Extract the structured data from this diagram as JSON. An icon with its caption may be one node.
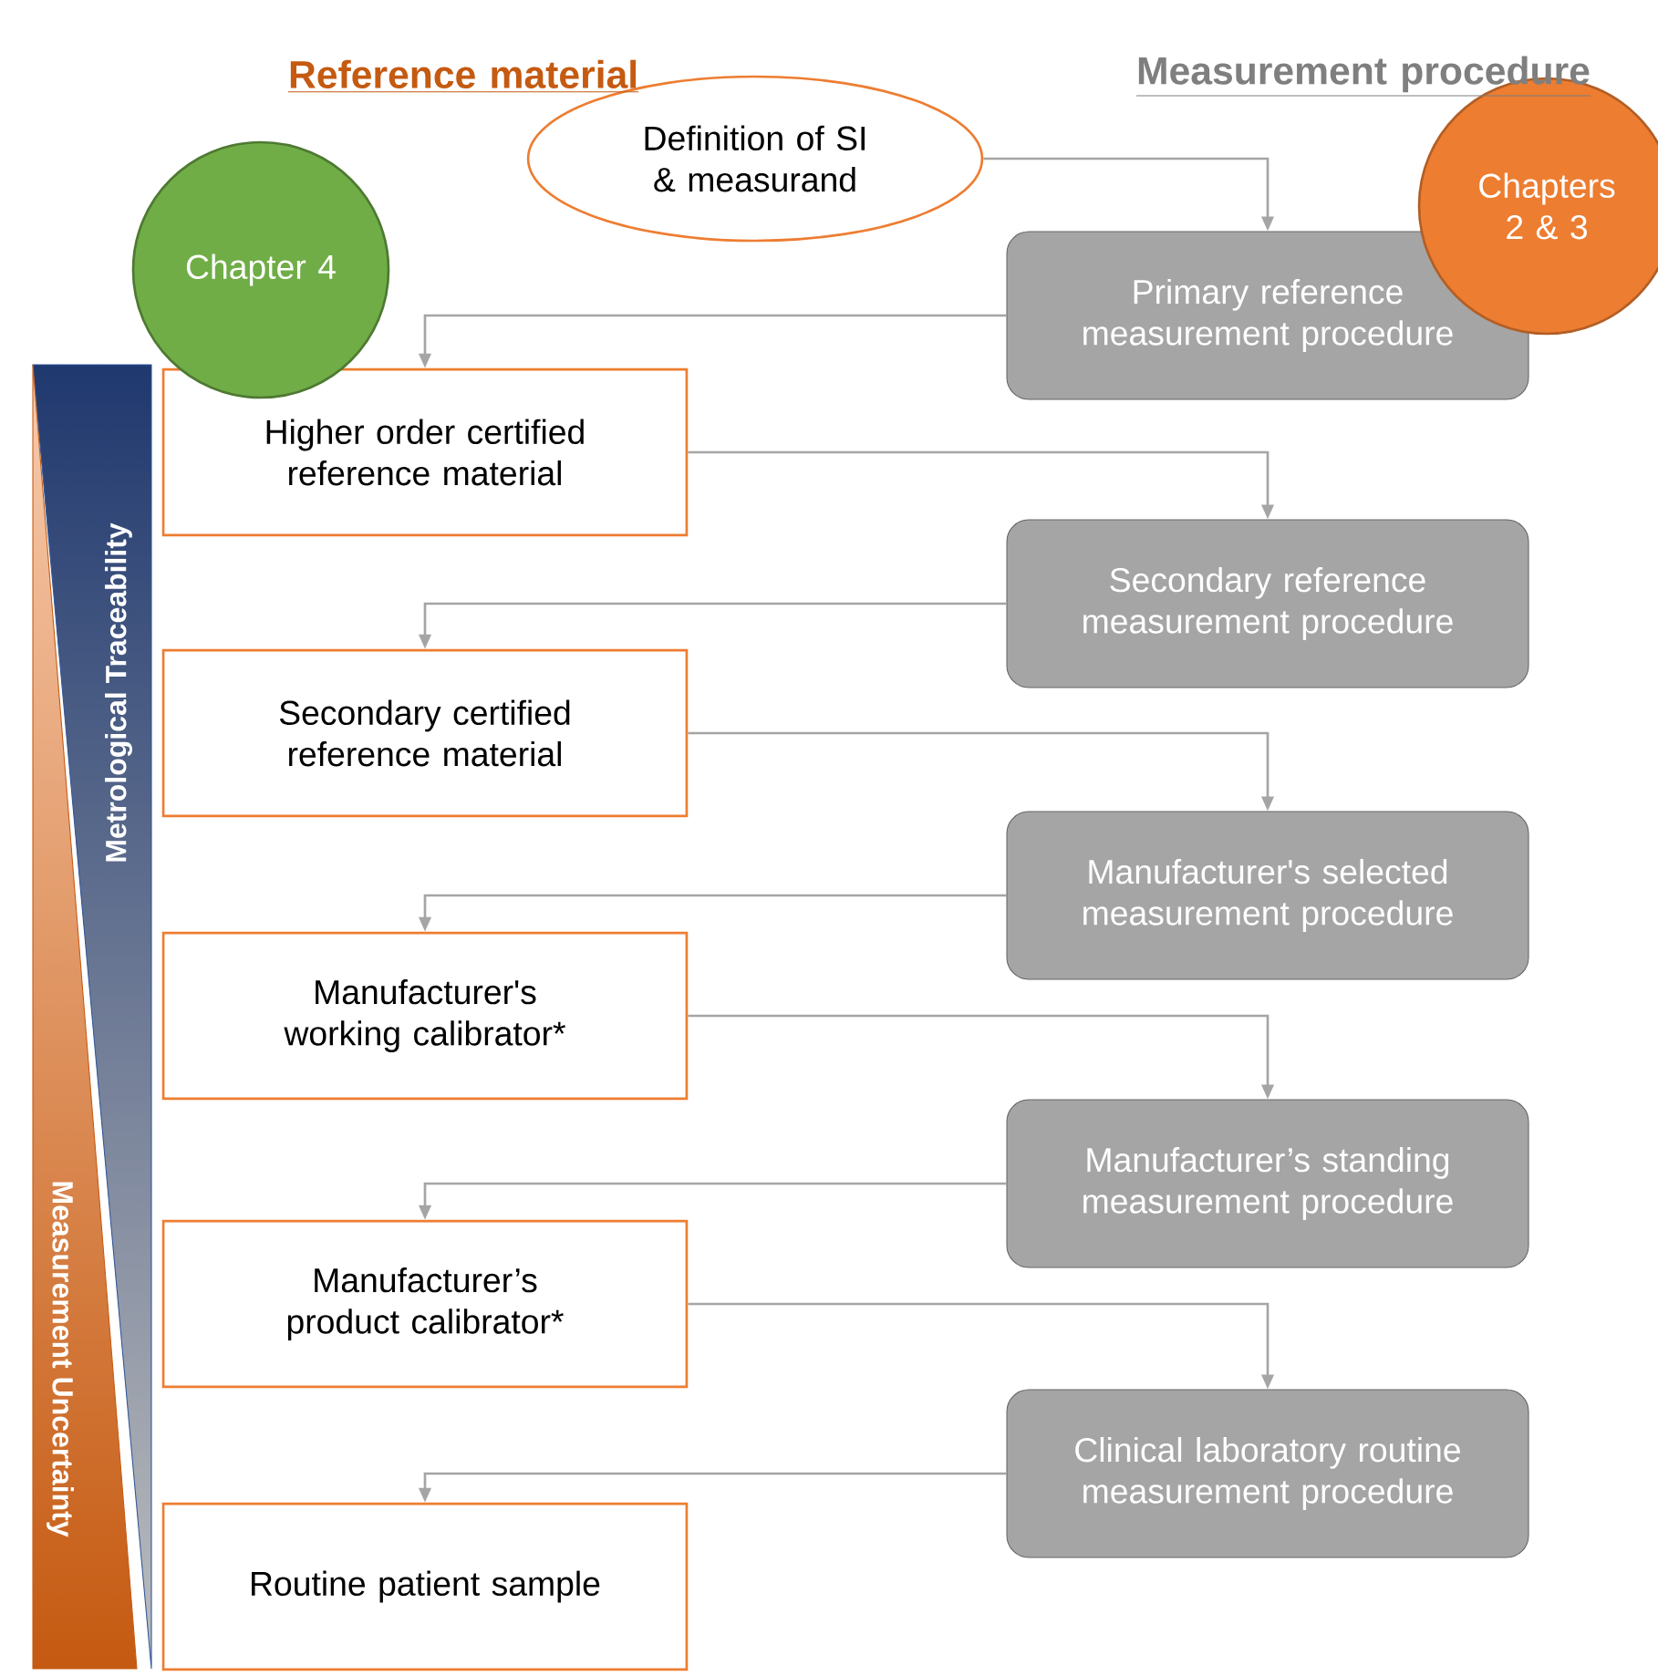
{
  "diagram": {
    "nodes": [
      {
        "text": [
          "Definition of SI & measurand"
        ]
      },
      {
        "text": [
          "Primary reference measurement procedure"
        ]
      },
      {
        "text": [
          "Higher order certified reference material"
        ]
      },
      {
        "text": [
          "Secondary reference measurement procedure"
        ]
      },
      {
        "text": [
          "Secondary certified reference material"
        ]
      },
      {
        "text": [
          "Manufacturer's selected measurement procedure"
        ]
      },
      {
        "text": [
          "Manufacturer's working calibrator*"
        ]
      },
      {
        "text": [
          "Manufacturer’s standing measurement procedure"
        ]
      },
      {
        "text": [
          "Manufacturer’s product calibrator*"
        ]
      },
      {
        "text": [
          "Clinical laboratory routine measurement procedure"
        ]
      },
      {
        "text": [
          "Routine patient sample"
        ]
      },
      {
        "text": [
          "Chapter 4"
        ]
      },
      {
        "text": [
          "Chapters 2 & 3"
        ]
      },
      {
        "text": [
          "Metrological Traceability"
        ]
      },
      {
        "text": [
          "Measurement Uncertainty"
        ]
      }
    ],
    "edges": [
      {
        "from": 0,
        "to": 1,
        "arrow": "to"
      },
      {
        "from": 1,
        "to": 2,
        "arrow": "to"
      },
      {
        "from": 2,
        "to": 3,
        "arrow": "to"
      },
      {
        "from": 3,
        "to": 4,
        "arrow": "to"
      },
      {
        "from": 4,
        "to": 5,
        "arrow": "to"
      },
      {
        "from": 5,
        "to": 6,
        "arrow": "to"
      },
      {
        "from": 6,
        "to": 7,
        "arrow": "to"
      },
      {
        "from": 7,
        "to": 8,
        "arrow": "to"
      },
      {
        "from": 8,
        "to": 9,
        "arrow": "to"
      },
      {
        "from": 9,
        "to": 10,
        "arrow": "to"
      }
    ],
    "labels": [
      "Reference material",
      "Measurement procedure"
    ]
  }
}
